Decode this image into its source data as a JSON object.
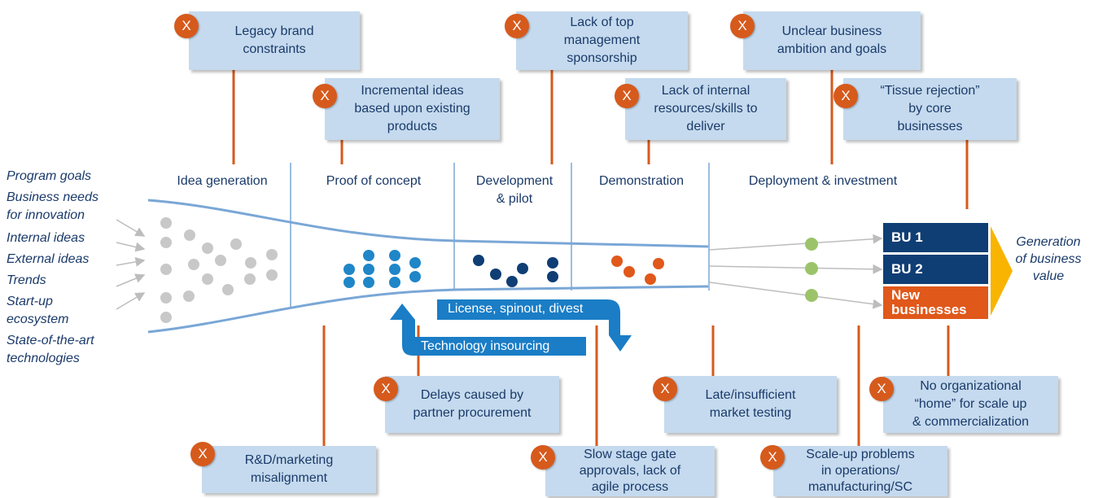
{
  "stages": [
    "Idea generation",
    "Proof of concept",
    "Development\n& pilot",
    "Demonstration",
    "Deployment & investment"
  ],
  "inputs": [
    "Program goals",
    "Business needs",
    "for innovation",
    "Internal ideas",
    "External ideas",
    "Trends",
    "Start-up",
    "ecosystem",
    "State-of-the-art",
    "technologies"
  ],
  "badge_label": "X",
  "barriers_top": [
    "Legacy brand\nconstraints",
    "Incremental ideas\nbased upon existing\nproducts",
    "Lack of top\nmanagement\nsponsorship",
    "Lack of internal\nresources/skills to\ndeliver",
    "Unclear business\nambition and goals",
    "“Tissue rejection”\nby core\nbusinesses"
  ],
  "barriers_bottom": [
    "R&D/marketing\nmisalignment",
    "Delays caused by\npartner procurement",
    "Slow stage gate\napprovals, lack of\nagile process",
    "Late/insufficient\nmarket testing",
    "Scale-up problems\nin operations/\nmanufacturing/SC",
    "No organizational\n“home” for scale up\n& commercialization"
  ],
  "arrows": {
    "out_label": "License, spinout, divest",
    "in_label": "Technology insourcing"
  },
  "business_units": [
    "BU 1",
    "BU 2",
    "New\nbusinesses"
  ],
  "outcome": "Generation\nof business\nvalue",
  "colors": {
    "box_fill": "#c5daee",
    "badge": "#d65a1c",
    "connector": "#d65a1c",
    "funnel": "#7aa7d6",
    "idea_dot": "#c8c8c8",
    "concept_dot": "#1f86c8",
    "pilot_dot": "#0f3e74",
    "demo_dot": "#e0581a",
    "deploy_dot": "#9bc46a",
    "bu_fill": "#0f3e74",
    "new_business_fill": "#e0581a",
    "outcome_arrow": "#f8b400",
    "flow_arrow": "#1a7dc6"
  }
}
